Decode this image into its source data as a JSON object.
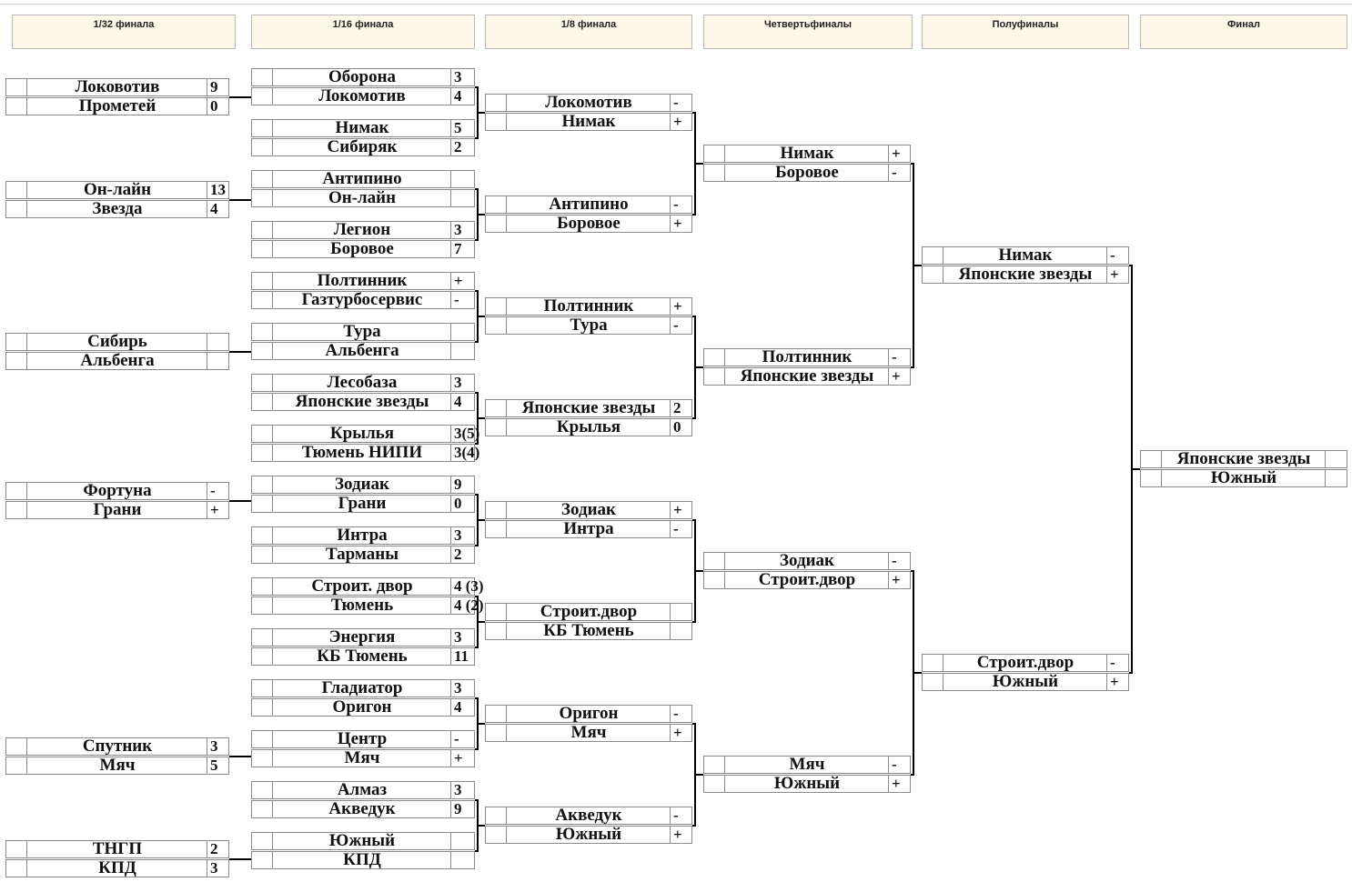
{
  "rounds": [
    "1/32 финала",
    "1/16 финала",
    "1/8 финала",
    "Четвертьфиналы",
    "Полуфиналы",
    "Финал"
  ],
  "r32": [
    {
      "a": "Локовотив",
      "sa": "9",
      "b": "Прометей",
      "sb": "0"
    },
    {
      "a": "Он-лайн",
      "sa": "13",
      "b": "Звезда",
      "sb": "4"
    },
    {
      "a": "Сибирь",
      "sa": "",
      "b": "Альбенга",
      "sb": ""
    },
    {
      "a": "Фортуна",
      "sa": "-",
      "b": "Грани",
      "sb": "+"
    },
    {
      "a": "Спутник",
      "sa": "3",
      "b": "Мяч",
      "sb": "5"
    },
    {
      "a": "ТНГП",
      "sa": "2",
      "b": "КПД",
      "sb": "3"
    }
  ],
  "r16": [
    {
      "a": "Оборона",
      "sa": "3",
      "b": "Локомотив",
      "sb": "4"
    },
    {
      "a": "Нимак",
      "sa": "5",
      "b": "Сибиряк",
      "sb": "2"
    },
    {
      "a": "Антипино",
      "sa": "",
      "b": "Он-лайн",
      "sb": ""
    },
    {
      "a": "Легион",
      "sa": "3",
      "b": "Боровое",
      "sb": "7"
    },
    {
      "a": "Полтинник",
      "sa": "+",
      "b": "Газтурбосервис",
      "sb": "-"
    },
    {
      "a": "Тура",
      "sa": "",
      "b": "Альбенга",
      "sb": ""
    },
    {
      "a": "Лесобаза",
      "sa": "3",
      "b": "Японские звезды",
      "sb": "4"
    },
    {
      "a": "Крылья",
      "sa": "3(5)",
      "b": "Тюмень НИПИ",
      "sb": "3(4)"
    },
    {
      "a": "Зодиак",
      "sa": "9",
      "b": "Грани",
      "sb": "0"
    },
    {
      "a": "Интра",
      "sa": "3",
      "b": "Тарманы",
      "sb": "2"
    },
    {
      "a": "Строит. двор",
      "sa": "4 (3)",
      "b": "Тюмень",
      "sb": "4 (2)"
    },
    {
      "a": "Энергия",
      "sa": "3",
      "b": "КБ Тюмень",
      "sb": "11"
    },
    {
      "a": "Гладиатор",
      "sa": "3",
      "b": "Оригон",
      "sb": "4"
    },
    {
      "a": "Центр",
      "sa": "-",
      "b": "Мяч",
      "sb": "+"
    },
    {
      "a": "Алмаз",
      "sa": "3",
      "b": "Акведук",
      "sb": "9"
    },
    {
      "a": "Южный",
      "sa": "",
      "b": "КПД",
      "sb": ""
    }
  ],
  "r8": [
    {
      "a": "Локомотив",
      "sa": "-",
      "b": "Нимак",
      "sb": "+"
    },
    {
      "a": "Антипино",
      "sa": "-",
      "b": "Боровое",
      "sb": "+"
    },
    {
      "a": "Полтинник",
      "sa": "+",
      "b": "Тура",
      "sb": "-"
    },
    {
      "a": "Японские звезды",
      "sa": "2",
      "b": "Крылья",
      "sb": "0"
    },
    {
      "a": "Зодиак",
      "sa": "+",
      "b": "Интра",
      "sb": "-"
    },
    {
      "a": "Строит.двор",
      "sa": "",
      "b": "КБ Тюмень",
      "sb": ""
    },
    {
      "a": "Оригон",
      "sa": "-",
      "b": "Мяч",
      "sb": "+"
    },
    {
      "a": "Акведук",
      "sa": "-",
      "b": "Южный",
      "sb": "+"
    }
  ],
  "qf": [
    {
      "a": "Нимак",
      "sa": "+",
      "b": "Боровое",
      "sb": "-"
    },
    {
      "a": "Полтинник",
      "sa": "-",
      "b": "Японские звезды",
      "sb": "+"
    },
    {
      "a": "Зодиак",
      "sa": "-",
      "b": "Строит.двор",
      "sb": "+"
    },
    {
      "a": "Мяч",
      "sa": "-",
      "b": "Южный",
      "sb": "+"
    }
  ],
  "sf": [
    {
      "a": "Нимак",
      "sa": "-",
      "b": "Японские звезды",
      "sb": "+"
    },
    {
      "a": "Строит.двор",
      "sa": "-",
      "b": "Южный",
      "sb": "+"
    }
  ],
  "final": [
    {
      "a": "Японские звезды",
      "sa": "",
      "b": "Южный",
      "sb": ""
    }
  ],
  "colors": {
    "header_bg": "#fdf7e8",
    "border": "#8a8a8a",
    "connector": "#000000"
  }
}
